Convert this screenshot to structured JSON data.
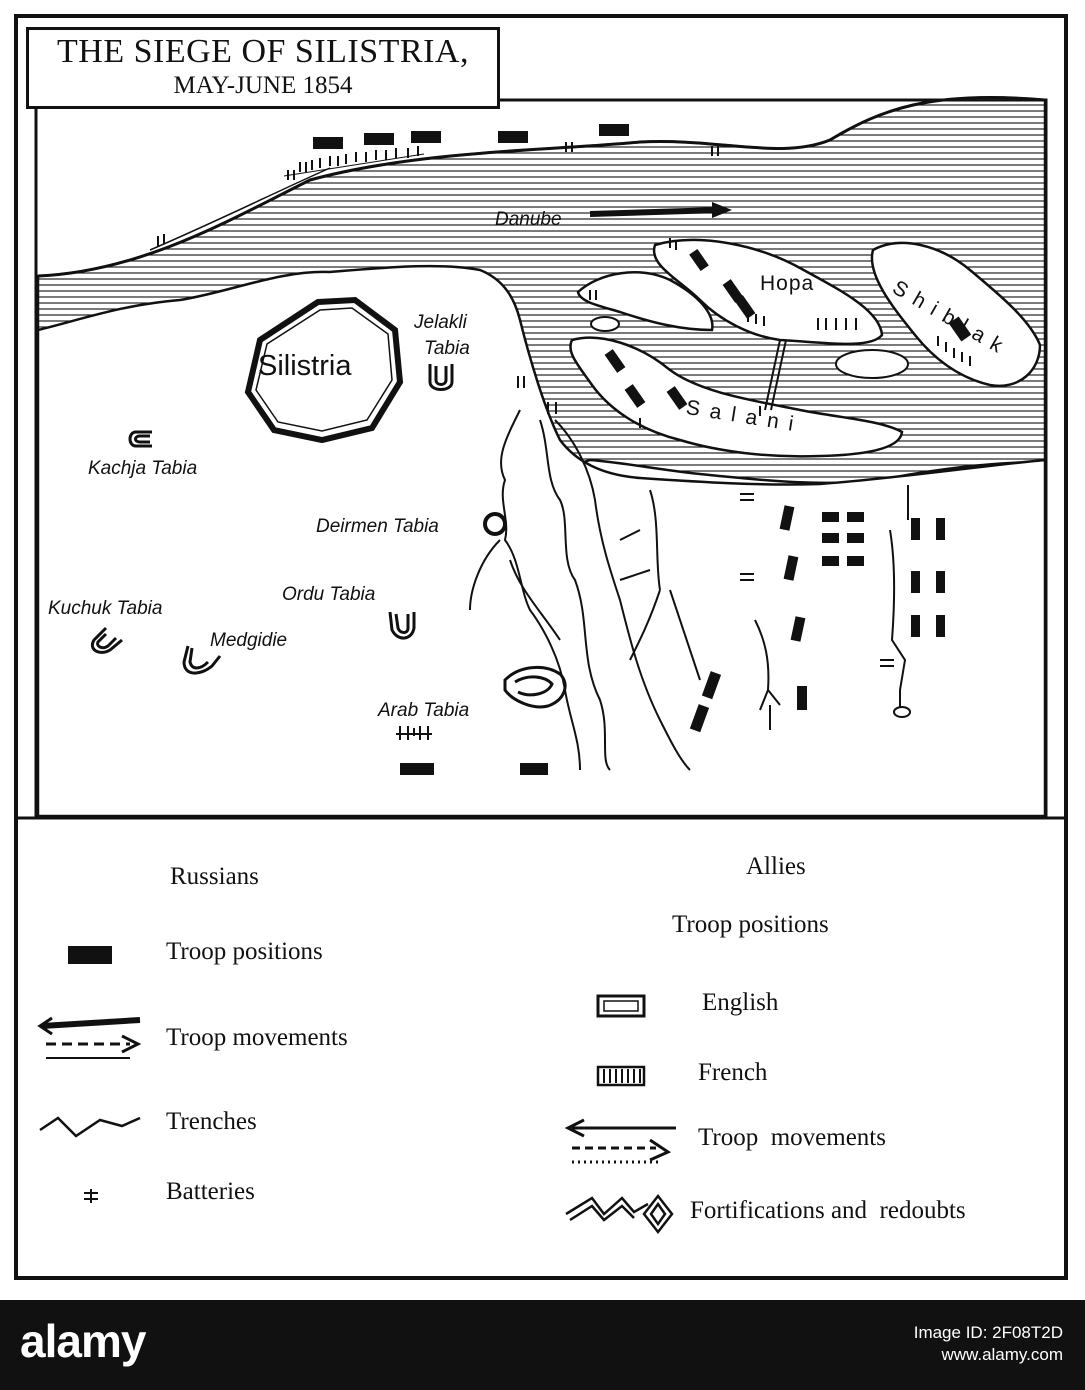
{
  "title": {
    "line1": "THE SIEGE OF SILISTRIA,",
    "line2": "MAY-JUNE 1854"
  },
  "map": {
    "river": "Danube",
    "city": "Silistria",
    "islands": [
      "Hopa",
      "Shiblak",
      "Salani"
    ],
    "forts": {
      "jelakli": "Jelakli",
      "jelakli2": "Tabia",
      "kachja": "Kachja Tabia",
      "deirmen": "Deirmen Tabia",
      "ordu": "Ordu Tabia",
      "kuchuk": "Kuchuk Tabia",
      "medgidie": "Medgidie",
      "arab": "Arab Tabia"
    }
  },
  "legend": {
    "russians": {
      "heading": "Russians",
      "troop_positions": "Troop positions",
      "troop_movements": "Troop movements",
      "trenches": "Trenches",
      "batteries": "Batteries"
    },
    "allies": {
      "heading": "Allies",
      "subheading": "Troop positions",
      "english": "English",
      "french": "French",
      "troop_movements": "Troop  movements",
      "fortifications": "Fortifications and  redoubts"
    }
  },
  "watermark": {
    "brand": "alamy",
    "image_id": "Image ID: 2F08T2D",
    "site": "www.alamy.com"
  },
  "colors": {
    "ink": "#111111",
    "paper": "#ffffff",
    "watermark_bar": "#111111"
  }
}
